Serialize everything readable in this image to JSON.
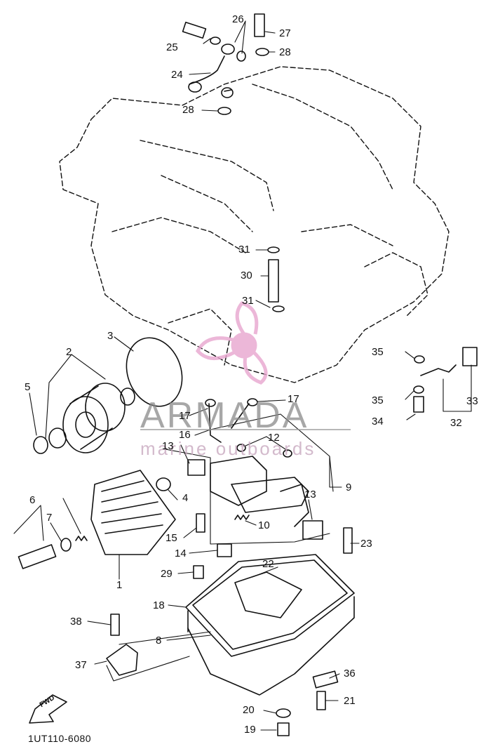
{
  "diagram": {
    "code": "1UT110-6080",
    "arrow_text": "FWD",
    "watermark": {
      "brand": "ARMADA",
      "sub": "marine outboards",
      "accent": "#e8a6cf"
    },
    "parts": [
      "1",
      "2",
      "3",
      "4",
      "5",
      "6",
      "7",
      "8",
      "9",
      "10",
      "12",
      "13",
      "13",
      "14",
      "15",
      "16",
      "17",
      "17",
      "18",
      "19",
      "20",
      "21",
      "22",
      "23",
      "24",
      "25",
      "26",
      "27",
      "28",
      "28",
      "29",
      "30",
      "31",
      "31",
      "32",
      "33",
      "34",
      "35",
      "35",
      "36",
      "37",
      "38"
    ]
  }
}
